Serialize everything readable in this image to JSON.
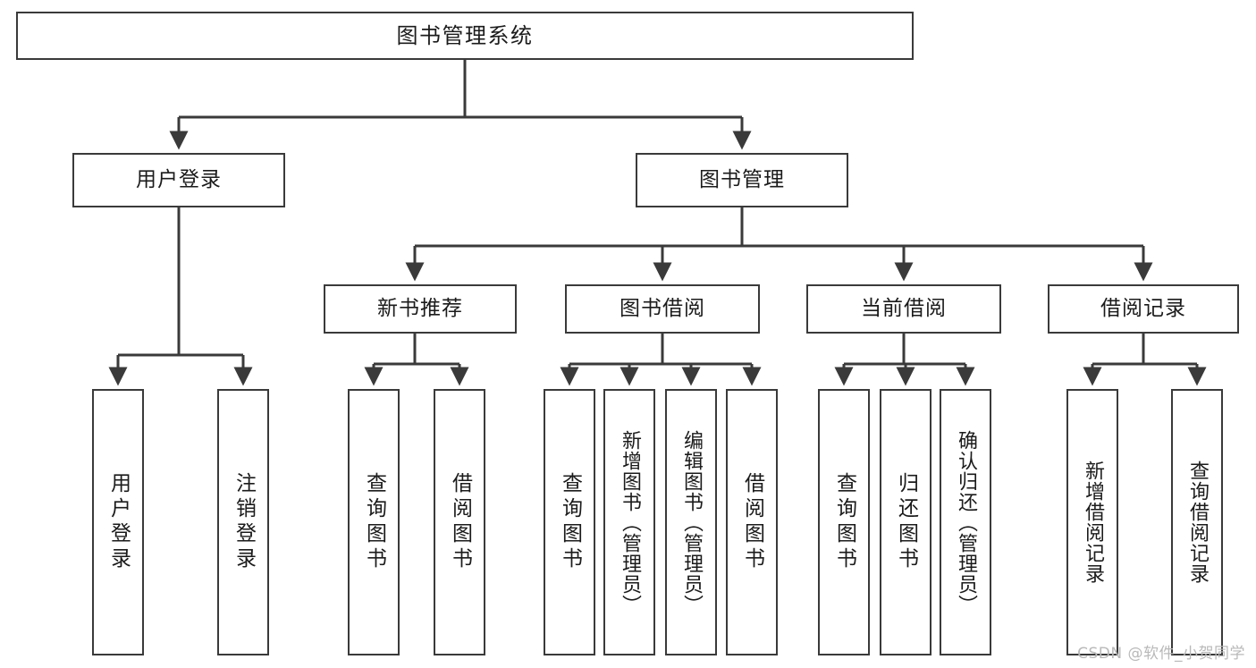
{
  "diagram": {
    "title": "图书管理系统",
    "type": "tree",
    "watermark": "CSDN @软件_小贺同学",
    "colors": {
      "box_border": "#3a3a3a",
      "box_fill": "#ffffff",
      "edge": "#3a3a3a",
      "text": "#1b1b1b",
      "watermark": "#b9b9b9"
    },
    "nodes": {
      "root": {
        "label": "图书管理系统"
      },
      "level2": [
        {
          "id": "user-login",
          "label": "用户登录"
        },
        {
          "id": "book-management",
          "label": "图书管理"
        }
      ],
      "level3": [
        {
          "id": "new-book-recommend",
          "label": "新书推荐"
        },
        {
          "id": "book-borrow",
          "label": "图书借阅"
        },
        {
          "id": "current-borrow",
          "label": "当前借阅"
        },
        {
          "id": "borrow-record",
          "label": "借阅记录"
        }
      ],
      "leaves": {
        "user_login": [
          {
            "id": "leaf-user-login",
            "label": "用户登录"
          },
          {
            "id": "leaf-logout-login",
            "label": "注销登录"
          }
        ],
        "new_book_recommend": [
          {
            "id": "leaf-query-book-1",
            "label": "查询图书"
          },
          {
            "id": "leaf-borrow-book-1",
            "label": "借阅图书"
          }
        ],
        "book_borrow": [
          {
            "id": "leaf-query-book-2",
            "label": "查询图书"
          },
          {
            "id": "leaf-add-book",
            "label": "新增图书（管理员）"
          },
          {
            "id": "leaf-edit-book",
            "label": "编辑图书（管理员）"
          },
          {
            "id": "leaf-borrow-book-2",
            "label": "借阅图书"
          }
        ],
        "current_borrow": [
          {
            "id": "leaf-query-book-3",
            "label": "查询图书"
          },
          {
            "id": "leaf-return-book",
            "label": "归还图书"
          },
          {
            "id": "leaf-confirm-return",
            "label": "确认归还（管理员）"
          }
        ],
        "borrow_record": [
          {
            "id": "leaf-add-borrow-record",
            "label": "新增借阅记录"
          },
          {
            "id": "leaf-query-borrow-record",
            "label": "查询借阅记录"
          }
        ]
      }
    }
  }
}
